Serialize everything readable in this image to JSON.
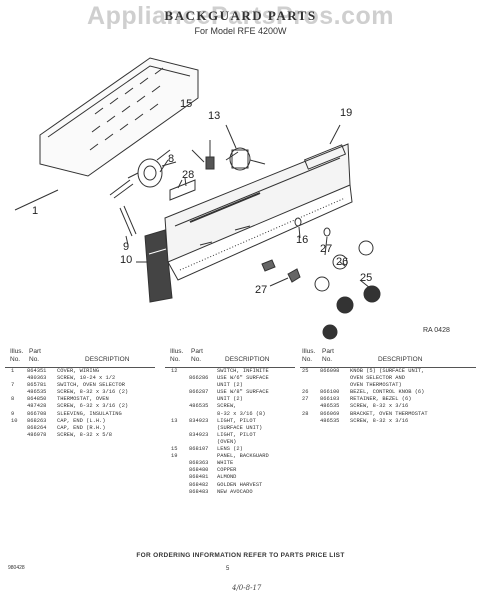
{
  "watermark": "AppliancePartsPros.com",
  "title": "BACKGUARD PARTS",
  "subtitle": "For Model RFE 4200W",
  "drawing_code": "RA 0428",
  "callouts": [
    "15",
    "13",
    "19",
    "8",
    "28",
    "1",
    "9",
    "10",
    "16",
    "27",
    "26",
    "25",
    "27"
  ],
  "columns": [
    {
      "headers": {
        "illus": "Illus.",
        "part": "Part",
        "no1": "No.",
        "no2": "No.",
        "desc": "DESCRIPTION"
      },
      "rows": [
        {
          "illus": "1",
          "part": "864351",
          "desc": "COVER, WIRING"
        },
        {
          "illus": "",
          "part": "480363",
          "desc": "SCREW, 10-24 x 1/2"
        },
        {
          "illus": "7",
          "part": "865781",
          "desc": "SWITCH, OVEN SELECTOR"
        },
        {
          "illus": "",
          "part": "486535",
          "desc": "SCREW, 8-32 x 3/16 (2)"
        },
        {
          "illus": "8",
          "part": "864850",
          "desc": "THERMOSTAT, OVEN"
        },
        {
          "illus": "",
          "part": "487428",
          "desc": "SCREW, 6-32 x 3/16 (2)"
        },
        {
          "illus": "9",
          "part": "866708",
          "desc": "SLEEVING, INSULATING"
        },
        {
          "illus": "10",
          "part": "868263",
          "desc": "CAP, END (L.H.)"
        },
        {
          "illus": "",
          "part": "868264",
          "desc": "CAP, END (R.H.)"
        },
        {
          "illus": "",
          "part": "486978",
          "desc": "SCREW, 8-32 x 5/8"
        }
      ]
    },
    {
      "headers": {
        "illus": "Illus.",
        "part": "Part",
        "no1": "No.",
        "no2": "No.",
        "desc": "DESCRIPTION"
      },
      "rows": [
        {
          "illus": "12",
          "part": "",
          "desc": "SWITCH, INFINITE"
        },
        {
          "illus": "",
          "part": "866286",
          "desc": "USE W/6\" SURFACE"
        },
        {
          "illus": "",
          "part": "",
          "desc": "UNIT (2)"
        },
        {
          "illus": "",
          "part": "866287",
          "desc": "USE W/8\" SURFACE"
        },
        {
          "illus": "",
          "part": "",
          "desc": "UNIT (2)"
        },
        {
          "illus": "",
          "part": "486535",
          "desc": "SCREW,"
        },
        {
          "illus": "",
          "part": "",
          "desc": "8-32 x 3/16 (8)"
        },
        {
          "illus": "13",
          "part": "834923",
          "desc": "LIGHT, PILOT"
        },
        {
          "illus": "",
          "part": "",
          "desc": "(SURFACE UNIT)"
        },
        {
          "illus": "",
          "part": "834923",
          "desc": "LIGHT, PILOT"
        },
        {
          "illus": "",
          "part": "",
          "desc": "(OVEN)"
        },
        {
          "illus": "15",
          "part": "868107",
          "desc": "LENS (2)"
        },
        {
          "illus": "19",
          "part": "",
          "desc": "PANEL, BACKGUARD"
        },
        {
          "illus": "",
          "part": "868363",
          "desc": "WHITE"
        },
        {
          "illus": "",
          "part": "868480",
          "desc": "COPPER"
        },
        {
          "illus": "",
          "part": "868481",
          "desc": "ALMOND"
        },
        {
          "illus": "",
          "part": "868482",
          "desc": "GOLDEN HARVEST"
        },
        {
          "illus": "",
          "part": "868483",
          "desc": "NEW AVOCADO"
        }
      ]
    },
    {
      "headers": {
        "illus": "Illus.",
        "part": "Part",
        "no1": "No.",
        "no2": "No.",
        "desc": "DESCRIPTION"
      },
      "rows": [
        {
          "illus": "25",
          "part": "866098",
          "desc": "KNOB (5) (SURFACE UNIT,"
        },
        {
          "illus": "",
          "part": "",
          "desc": "OVEN SELECTOR AND"
        },
        {
          "illus": "",
          "part": "",
          "desc": "OVEN THERMOSTAT)"
        },
        {
          "illus": "26",
          "part": "866100",
          "desc": "BEZEL, CONTROL KNOB (6)"
        },
        {
          "illus": "27",
          "part": "866103",
          "desc": "RETAINER, BEZEL (6)"
        },
        {
          "illus": "",
          "part": "486535",
          "desc": "SCREW, 8-32 x 3/16"
        },
        {
          "illus": "28",
          "part": "866069",
          "desc": "BRACKET, OVEN THERMOSTAT"
        },
        {
          "illus": "",
          "part": "486535",
          "desc": "SCREW, 8-32 x 3/16"
        }
      ]
    }
  ],
  "footer": "FOR ORDERING INFORMATION REFER TO PARTS PRICE LIST",
  "footer_code": "980428",
  "page_number": "5",
  "handwritten_note": "4/0-8-17"
}
